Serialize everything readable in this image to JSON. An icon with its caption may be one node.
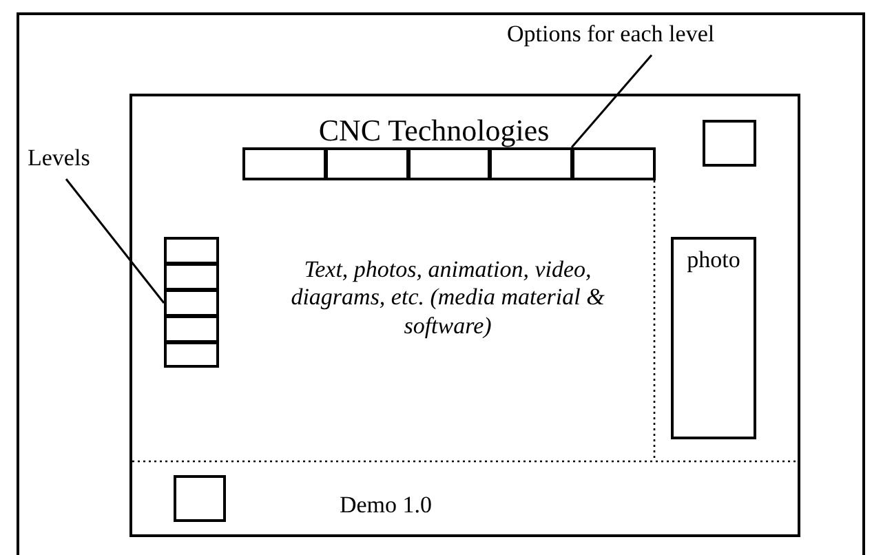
{
  "diagram": {
    "nodes": [
      {
        "text": [
          "Levels"
        ]
      },
      {
        "text": [
          "Options for each level"
        ]
      },
      {
        "text": [],
        "shape": "box"
      },
      {
        "text": [],
        "shape": "box",
        "in": 2
      },
      {
        "text": [],
        "shape": "box",
        "in": 2
      },
      {
        "text": [],
        "shape": "box",
        "in": 2
      },
      {
        "text": [],
        "shape": "box",
        "in": 2
      },
      {
        "text": [],
        "shape": "box",
        "in": 2
      },
      {
        "text": [],
        "shape": "box",
        "in": 2
      },
      {
        "text": [],
        "shape": "box",
        "in": 2
      },
      {
        "text": [],
        "shape": "box",
        "in": 2
      },
      {
        "text": [],
        "shape": "box",
        "in": 2
      },
      {
        "text": [],
        "shape": "box",
        "in": 2
      },
      {
        "text": [],
        "shape": "box",
        "in": 2
      },
      {
        "text": [
          "photo"
        ],
        "in": 2
      },
      {
        "text": [],
        "shape": "box",
        "in": 2
      }
    ],
    "edges": [
      {
        "from": 0,
        "to": 10,
        "arrow": "none"
      },
      {
        "from": 1,
        "to": 7,
        "arrow": "none"
      }
    ],
    "labels": [
      "CNC Technologies",
      "Text, photos, animation, video, diagrams, etc. (media material & software)",
      "Demo 1.0"
    ]
  }
}
